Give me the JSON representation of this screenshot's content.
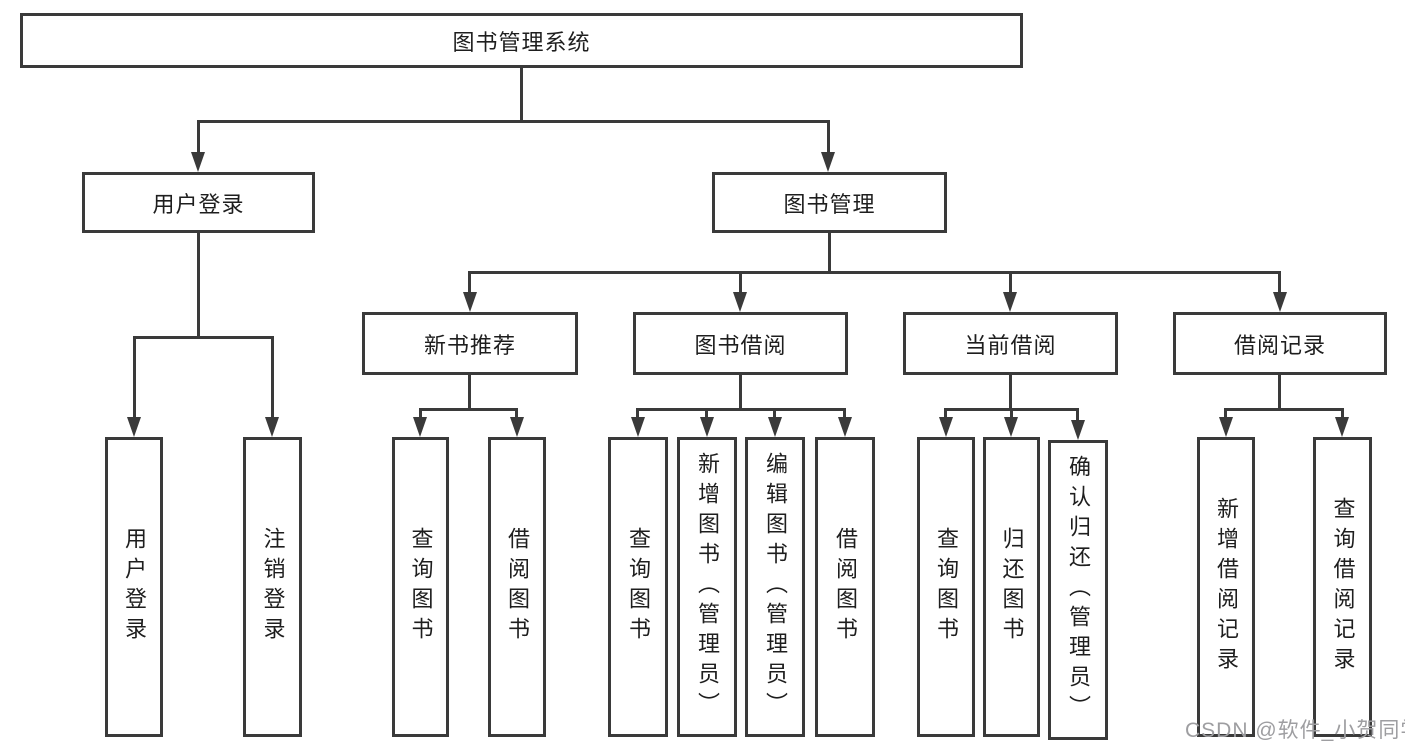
{
  "diagram": {
    "root": "图书管理系统",
    "level2": [
      "用户登录",
      "图书管理"
    ],
    "login_children": [
      "用户登录",
      "注销登录"
    ],
    "mgmt_children": [
      "新书推荐",
      "图书借阅",
      "当前借阅",
      "借阅记录"
    ],
    "recommend_children": [
      "查询图书",
      "借阅图书"
    ],
    "borrow_children": [
      "查询图书",
      "新增图书（管理员）",
      "编辑图书（管理员）",
      "借阅图书"
    ],
    "current_children": [
      "查询图书",
      "归还图书",
      "确认归还（管理员）"
    ],
    "record_children": [
      "新增借阅记录",
      "查询借阅记录"
    ]
  },
  "watermark": "CSDN @软件_小贺同学",
  "colors": {
    "line": "#3a3a3a",
    "text": "#1e1e1e",
    "watermark": "#9e9ea1",
    "background": "#ffffff"
  }
}
